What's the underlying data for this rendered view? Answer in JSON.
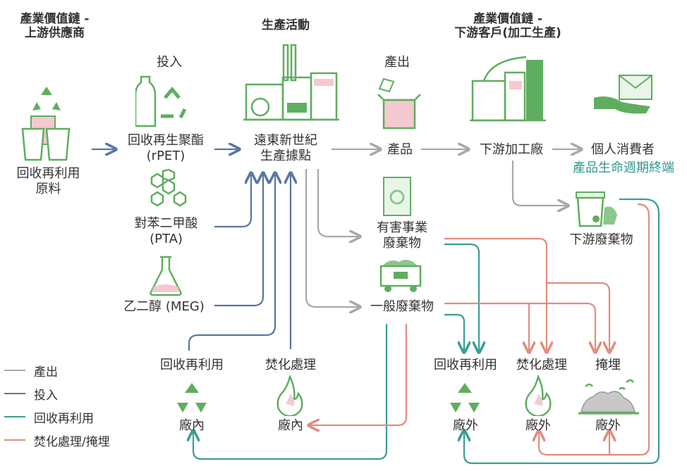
{
  "headers": {
    "upstream": "產業價值鏈 -\n上游供應商",
    "production": "生產活動",
    "downstream": "產業價值鏈 -\n下游客戶(加工生產)"
  },
  "top_labels": {
    "input": "投入",
    "output": "產出"
  },
  "nodes": {
    "raw_material": "回收再利用\n原料",
    "rpet": "回收再生聚酯\n(rPET)",
    "pta": "對苯二甲酸\n(PTA)",
    "meg": "乙二醇 (MEG)",
    "site": "遠東新世紀\n生產據點",
    "product": "產品",
    "downstream_factory": "下游加工廠",
    "consumer": "個人消費者",
    "end_of_life": "產品生命週期終端",
    "downstream_waste": "下游廢棄物",
    "hazardous_waste": "有害事業\n廢棄物",
    "general_waste": "一般廢棄物"
  },
  "bottom_left": {
    "recycle_title": "回收再利用",
    "recycle_place": "廠內",
    "incinerate_title": "焚化處理",
    "incinerate_place": "廠內"
  },
  "bottom_right": {
    "recycle_title": "回收再利用",
    "recycle_place": "廠外",
    "incinerate_title": "焚化處理",
    "incinerate_place": "廠外",
    "landfill_title": "掩埋",
    "landfill_place": "廠外"
  },
  "legend": [
    {
      "label": "產出",
      "color": "#a8a8a8"
    },
    {
      "label": "投入",
      "color": "#5a76a0"
    },
    {
      "label": "回收再利用",
      "color": "#3a9d92"
    },
    {
      "label": "焚化處理/掩埋",
      "color": "#e08c7c"
    }
  ],
  "colors": {
    "output": "#a8a8a8",
    "input": "#5a76a0",
    "recycle": "#3a9d92",
    "dispose": "#e08c7c",
    "icon_green": "#5fae5f"
  },
  "icons": [
    "recycle-cups-icon",
    "bottle-recycle-icon",
    "hexagon-molecule-icon",
    "flask-icon",
    "factory-icon",
    "box-icon",
    "downstream-factory-icon",
    "hand-envelope-icon",
    "biohazard-barrel-icon",
    "dumpster-icon",
    "trash-bin-icon",
    "recycle-icon",
    "flame-icon",
    "landfill-icon"
  ]
}
